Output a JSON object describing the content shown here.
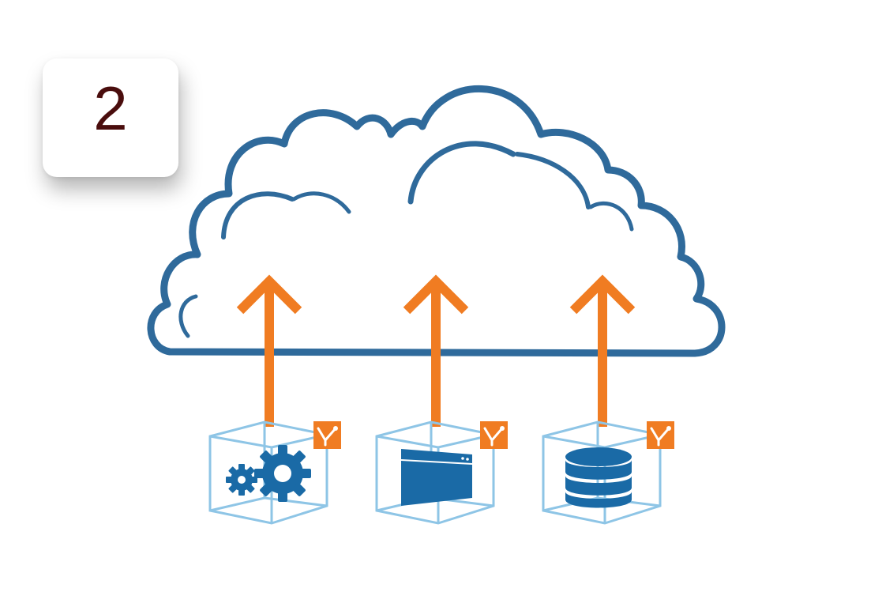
{
  "step": {
    "number": "2"
  },
  "diagram": {
    "cloud_icon": "cloud-icon",
    "arrow_icon": "arrow-up-icon",
    "containers": [
      {
        "name": "container-services",
        "icon": "gears-icon"
      },
      {
        "name": "container-application",
        "icon": "app-window-icon"
      },
      {
        "name": "container-database",
        "icon": "database-icon"
      }
    ],
    "badge_icon": "network-node-icon"
  },
  "colors": {
    "cloud_outline": "#2f6a9b",
    "arrow": "#f07c22",
    "cube_outline": "#8ec5e6",
    "icon_fill": "#1a6aa6",
    "badge": "#f07c22",
    "step_number": "#4a0d0d"
  }
}
